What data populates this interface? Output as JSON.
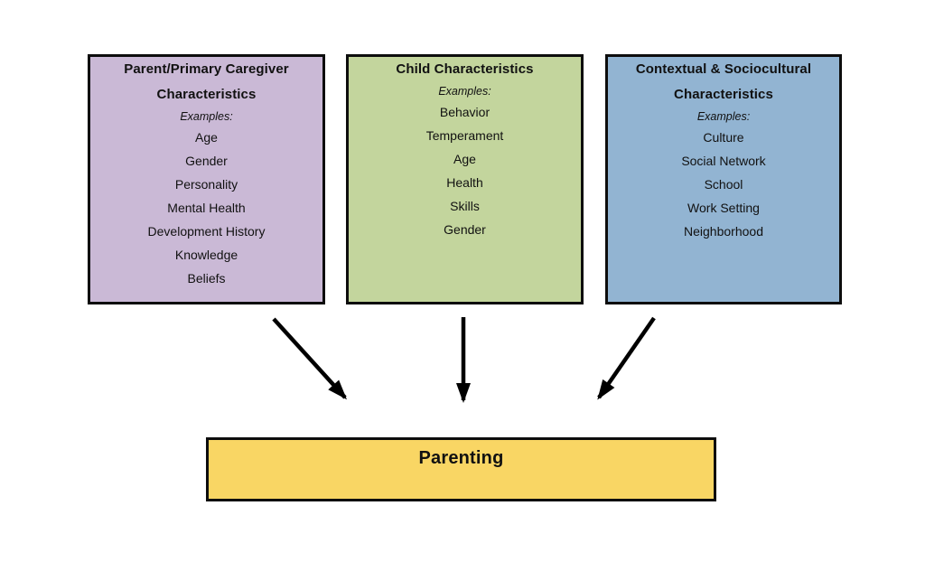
{
  "boxes": [
    {
      "title_line1": "Parent/Primary Caregiver",
      "title_line2": "Characteristics",
      "examples_label": "Examples:",
      "items": [
        "Age",
        "Gender",
        "Personality",
        "Mental Health",
        "Development History",
        "Knowledge",
        "Beliefs"
      ],
      "fill": "#cab9d6",
      "border": "#0d0d0d"
    },
    {
      "title_line1": "Child Characteristics",
      "examples_label": "Examples:",
      "items": [
        "Behavior",
        "Temperament",
        "Age",
        "Health",
        "Skills",
        "Gender"
      ],
      "fill": "#c3d59d",
      "border": "#0d0d0d"
    },
    {
      "title_line1": "Contextual & Sociocultural",
      "title_line2": "Characteristics",
      "examples_label": "Examples:",
      "items": [
        "Culture",
        "Social Network",
        "School",
        "Work Setting",
        "Neighborhood"
      ],
      "fill": "#92b4d2",
      "border": "#0d0d0d"
    }
  ],
  "outcome": {
    "label": "Parenting",
    "fill": "#f9d664",
    "border": "#0d0d0d"
  },
  "arrows": {
    "color": "#000000"
  }
}
